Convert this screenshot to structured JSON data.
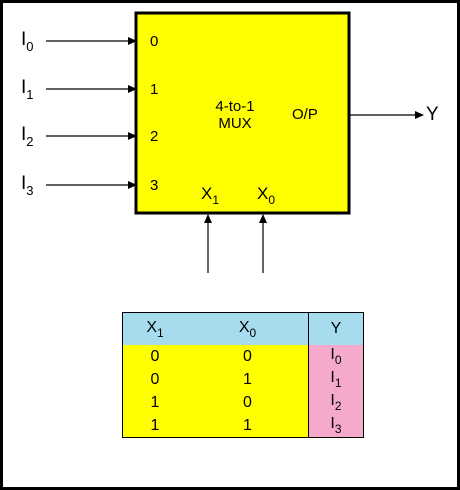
{
  "inputs": [
    {
      "base": "I",
      "sub": "0",
      "pin": "0"
    },
    {
      "base": "I",
      "sub": "1",
      "pin": "1"
    },
    {
      "base": "I",
      "sub": "2",
      "pin": "2"
    },
    {
      "base": "I",
      "sub": "3",
      "pin": "3"
    }
  ],
  "mux": {
    "title_line1": "4-to-1",
    "title_line2": "MUX",
    "output_label": "O/P"
  },
  "selects": [
    {
      "base": "X",
      "sub": "1"
    },
    {
      "base": "X",
      "sub": "0"
    }
  ],
  "output": "Y",
  "table": {
    "headers": [
      {
        "base": "X",
        "sub": "1"
      },
      {
        "base": "X",
        "sub": "0"
      },
      {
        "base": "Y",
        "sub": ""
      }
    ],
    "rows": [
      {
        "x1": "0",
        "x0": "0",
        "y_base": "I",
        "y_sub": "0"
      },
      {
        "x1": "0",
        "x0": "1",
        "y_base": "I",
        "y_sub": "1"
      },
      {
        "x1": "1",
        "x0": "0",
        "y_base": "I",
        "y_sub": "2"
      },
      {
        "x1": "1",
        "x0": "1",
        "y_base": "I",
        "y_sub": "3"
      }
    ]
  },
  "colors": {
    "mux_fill": "#ffff00",
    "header_fill": "#a6dced",
    "y_fill": "#f6aacb"
  }
}
